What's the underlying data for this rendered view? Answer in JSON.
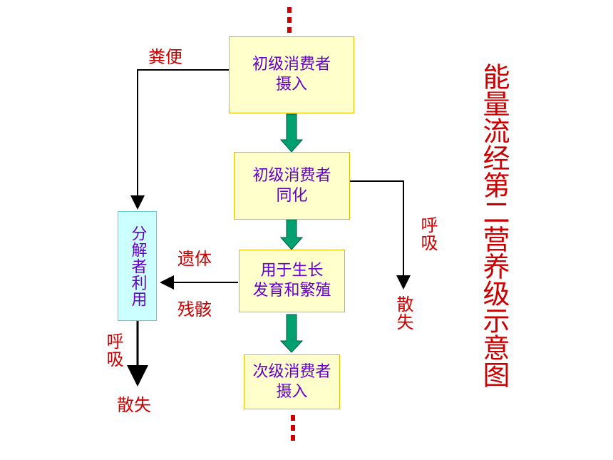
{
  "diagram": {
    "title": "能量流经第二营养级示意图",
    "nodes": {
      "intake": {
        "line1": "初级消费者",
        "line2": "摄入"
      },
      "assimilation": {
        "line1": "初级消费者",
        "line2": "同化"
      },
      "growth": {
        "line1": "用于生长",
        "line2": "发育和繁殖"
      },
      "next_intake": {
        "line1": "次级消费者",
        "line2": "摄入"
      },
      "decomposer": "分解者利用"
    },
    "labels": {
      "feces": "粪便",
      "remains": "遗体",
      "debris": "残骸",
      "respiration_right": "呼吸",
      "dissipation_right": "散失",
      "respiration_left": "呼吸",
      "dissipation_left": "散失"
    },
    "colors": {
      "box_fill": "#ffffcc",
      "box_border": "#e6b800",
      "node_text": "#6600cc",
      "label_text": "#cc0000",
      "down_arrow": "#00a070",
      "decomposer_fill": "#ccffff"
    }
  }
}
